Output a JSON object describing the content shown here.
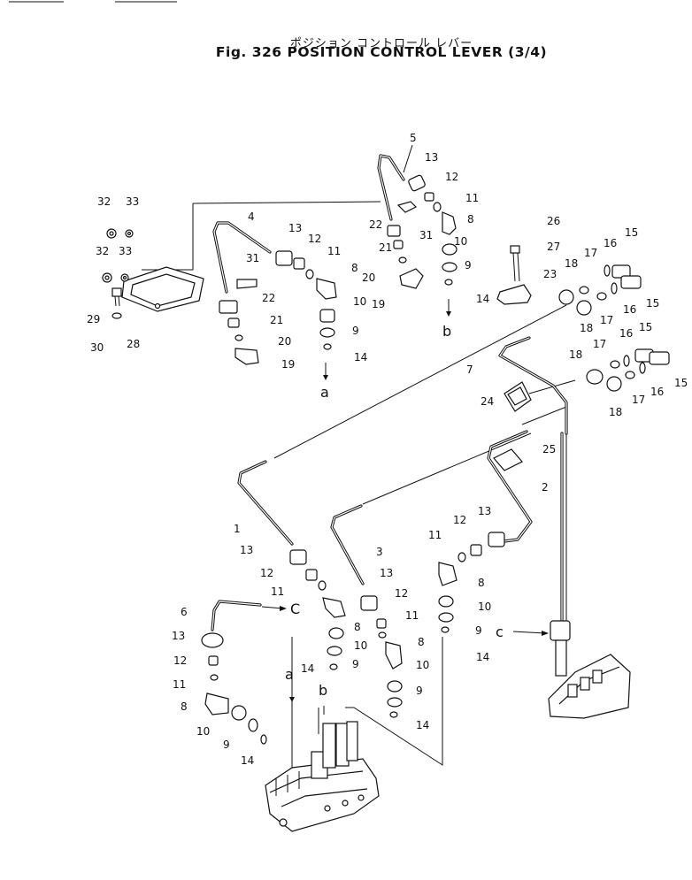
{
  "header": {
    "title_jp": "ポジション コントロール レバー",
    "title_en": "Fig. 326 POSITION CONTROL LEVER (3/4)"
  },
  "labels": {
    "n1": "1",
    "n2": "2",
    "n3": "3",
    "n4": "4",
    "n5": "5",
    "n6": "6",
    "n7": "7",
    "n8": "8",
    "n9": "9",
    "n10": "10",
    "n11": "11",
    "n12": "12",
    "n13": "13",
    "n14": "14",
    "n15": "15",
    "n16": "16",
    "n17": "17",
    "n18": "18",
    "n19": "19",
    "n20": "20",
    "n21": "21",
    "n22": "22",
    "n23": "23",
    "n24": "24",
    "n25": "25",
    "n26": "26",
    "n27": "27",
    "n28": "28",
    "n29": "29",
    "n30": "30",
    "n31": "31",
    "n32": "32",
    "n33": "33",
    "a": "a",
    "b": "b",
    "c": "c",
    "C": "C"
  }
}
